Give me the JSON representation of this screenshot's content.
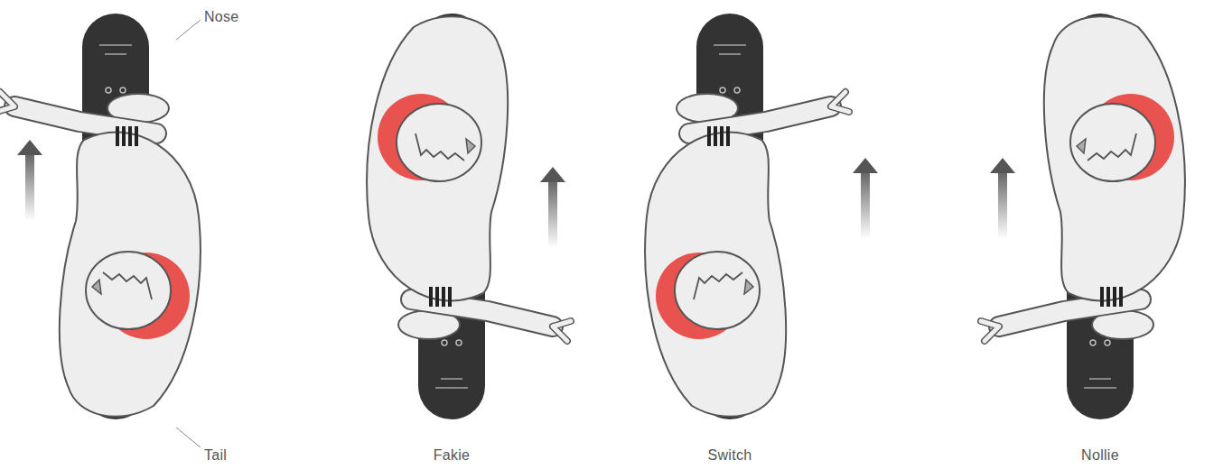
{
  "diagram": {
    "labels": [
      "Nose",
      "Tail",
      "Fakie",
      "Switch",
      "Nollie"
    ]
  }
}
